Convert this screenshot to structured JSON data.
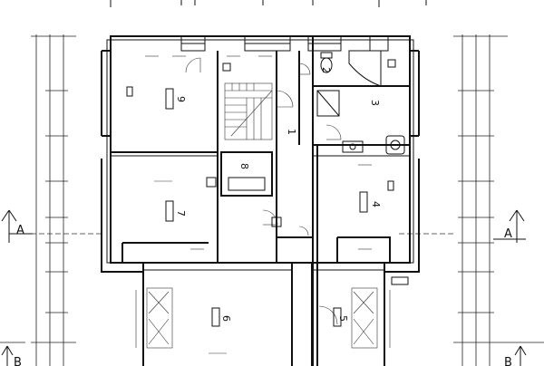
{
  "drawing": {
    "title": "",
    "rooms": [
      {
        "id": "r1",
        "number": "1"
      },
      {
        "id": "r2",
        "number": "2"
      },
      {
        "id": "r3",
        "number": "3"
      },
      {
        "id": "r4",
        "number": "4"
      },
      {
        "id": "r5",
        "number": "5"
      },
      {
        "id": "r6",
        "number": "6"
      },
      {
        "id": "r7",
        "number": "7"
      },
      {
        "id": "r8",
        "number": "8"
      },
      {
        "id": "r9",
        "number": "9"
      }
    ],
    "section_marks": {
      "a_left": "A",
      "a_right": "A",
      "b_left": "B",
      "b_right": "B"
    }
  }
}
